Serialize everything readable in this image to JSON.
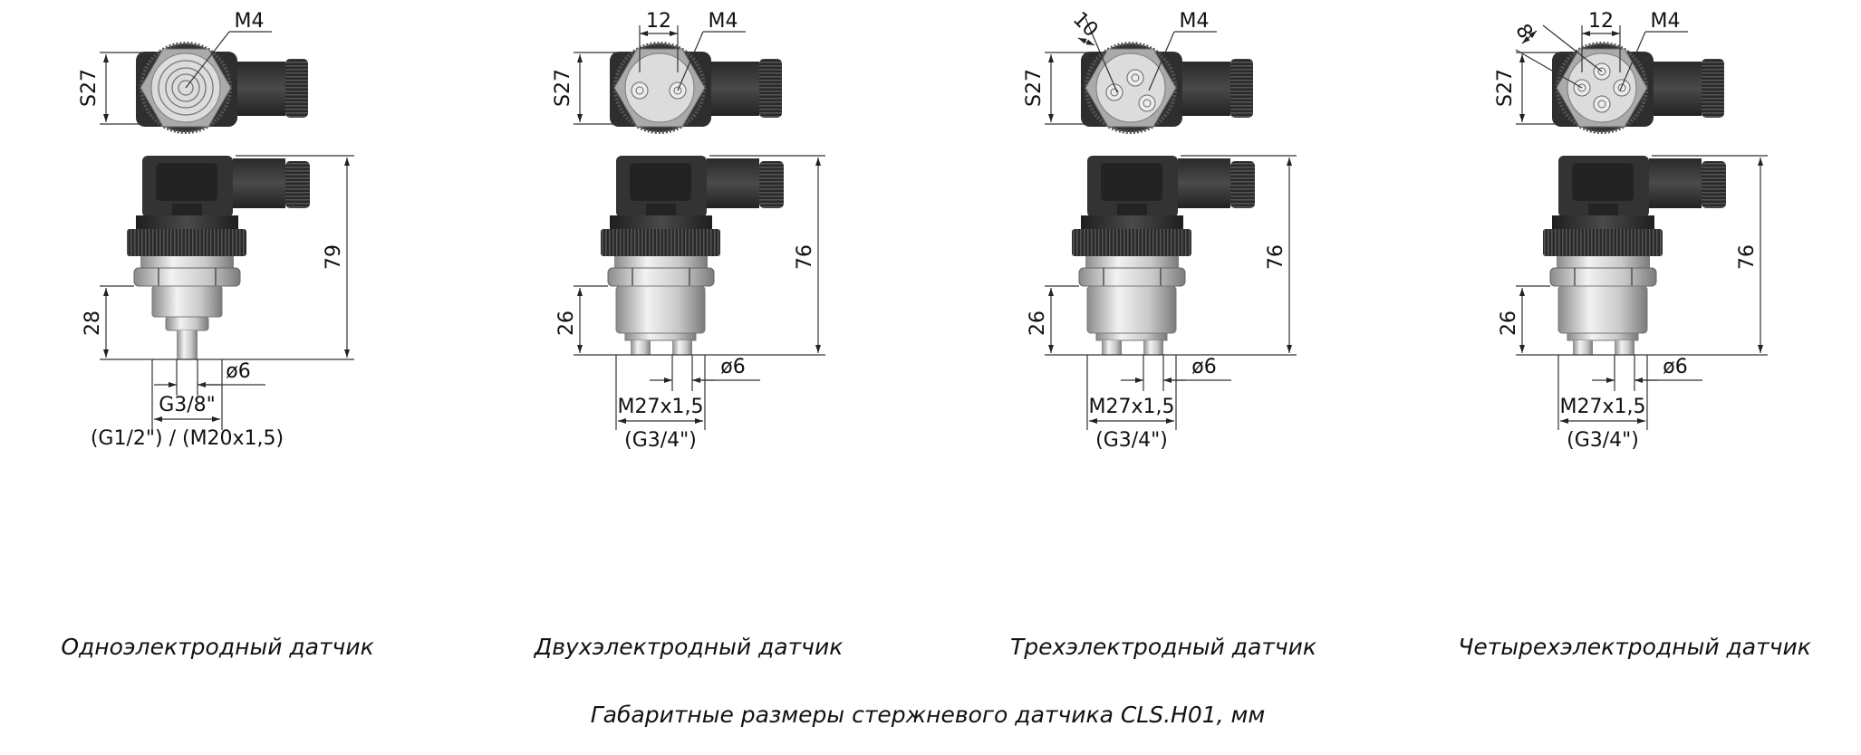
{
  "title": "Габаритные размеры стержневого датчика CLS.H01, мм",
  "sensors": [
    {
      "caption": "Одноэлектродный датчик",
      "electrodes": 1,
      "s_label": "S27",
      "m_label": "M4",
      "height_label": "79",
      "thread_len_label": "28",
      "rod_label": "ø6",
      "thread_label": "G3/8\"",
      "thread_alt_label": "(G1/2\") / (M20x1,5)"
    },
    {
      "caption": "Двухэлектродный датчик",
      "electrodes": 2,
      "s_label": "S27",
      "m_label": "M4",
      "spacing_label": "12",
      "height_label": "76",
      "thread_len_label": "26",
      "rod_label": "ø6",
      "thread_label": "M27x1,5",
      "thread_alt_label": "(G3/4\")"
    },
    {
      "caption": "Трехэлектродный датчик",
      "electrodes": 3,
      "s_label": "S27",
      "m_label": "M4",
      "diag_label": "10",
      "height_label": "76",
      "thread_len_label": "26",
      "rod_label": "ø6",
      "thread_label": "M27x1,5",
      "thread_alt_label": "(G3/4\")"
    },
    {
      "caption": "Четырехэлектродный датчик",
      "electrodes": 4,
      "s_label": "S27",
      "m_label": "M4",
      "spacing_label": "12",
      "diag_label": "8",
      "height_label": "76",
      "thread_len_label": "26",
      "rod_label": "ø6",
      "thread_label": "M27x1,5",
      "thread_alt_label": "(G3/4\")"
    }
  ],
  "colors": {
    "body": "#333333",
    "metal": "#d4d4d4",
    "line": "#333333"
  }
}
